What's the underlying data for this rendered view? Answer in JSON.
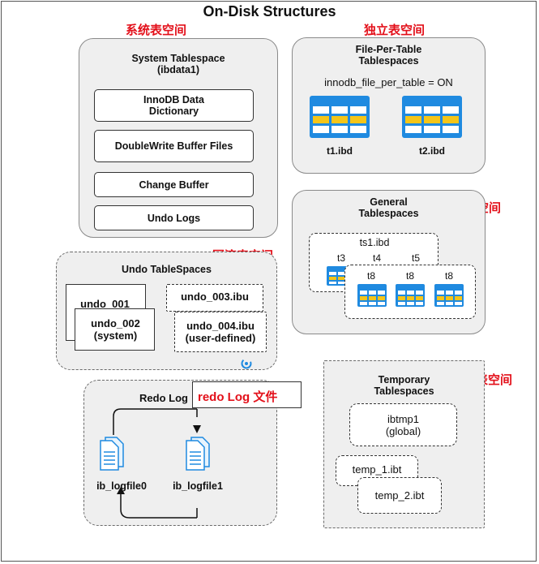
{
  "title": "On-Disk Structures",
  "annotations": {
    "system": "系统表空间",
    "file_per_table": "独立表空间",
    "general": "通用的表空间",
    "undo": "回滚表空间",
    "temporary": "临时表空间",
    "redo_callout": "redo Log 文件"
  },
  "system_tablespace": {
    "title": "System Tablespace",
    "subtitle": "(ibdata1)",
    "items": [
      "InnoDB Data Dictionary",
      "DoubleWrite Buffer Files",
      "Change Buffer",
      "Undo Logs"
    ]
  },
  "file_per_table": {
    "title_line1": "File-Per-Table",
    "title_line2": "Tablespaces",
    "setting": "innodb_file_per_table = ON",
    "files": [
      "t1.ibd",
      "t2.ibd"
    ]
  },
  "general": {
    "title_line1": "General",
    "title_line2": "Tablespaces",
    "file": "ts1.ibd",
    "tables": [
      "t3",
      "t4",
      "t5"
    ],
    "inner_tables": [
      "t8",
      "t8",
      "t8"
    ]
  },
  "undo": {
    "title": "Undo TableSpaces",
    "undo_001": "undo_001",
    "undo_002_line1": "undo_002",
    "undo_002_line2": "(system)",
    "undo_003": "undo_003.ibu",
    "undo_004_line1": "undo_004.ibu",
    "undo_004_line2": "(user-defined)"
  },
  "redo": {
    "title": "Redo Log",
    "files": [
      "ib_logfile0",
      "ib_logfile1"
    ]
  },
  "temporary": {
    "title_line1": "Temporary",
    "title_line2": "Tablespaces",
    "global_line1": "ibtmp1",
    "global_line2": "(global)",
    "session_files": [
      "temp_1.ibt",
      "temp_2.ibt"
    ]
  },
  "colors": {
    "table_header": "#1f8ae0",
    "table_cell_yellow": "#f5c518",
    "table_cell_white": "#ffffff",
    "annotation_red": "#e3101a",
    "group_bg": "#efefef"
  }
}
